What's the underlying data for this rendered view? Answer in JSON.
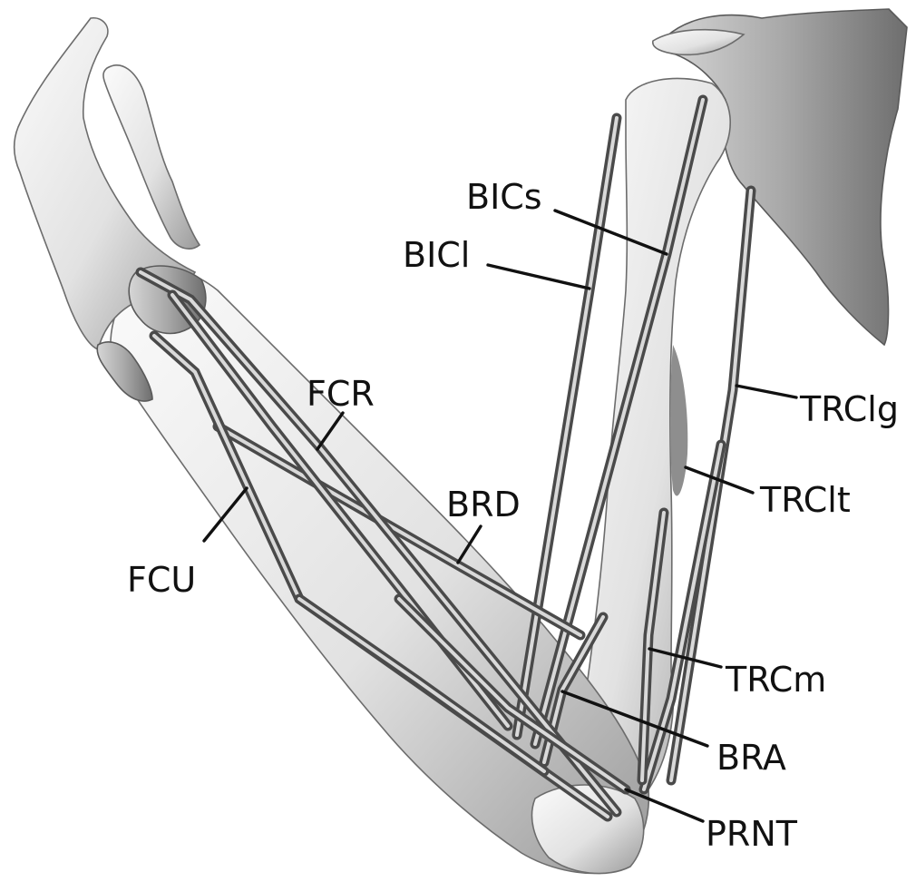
{
  "figure": {
    "labels": {
      "bics": "BICs",
      "bicl": "BICl",
      "fcr": "FCR",
      "brd": "BRD",
      "fcu": "FCU",
      "trclg": "TRClg",
      "trclt": "TRClt",
      "trcm": "TRCm",
      "bra": "BRA",
      "prnt": "PRNT"
    },
    "colors": {
      "bone_light": "#f4f4f4",
      "bone_shadow": "#8a8a8a",
      "muscle_tube": "#6b6b6b",
      "label_text": "#111111"
    }
  }
}
